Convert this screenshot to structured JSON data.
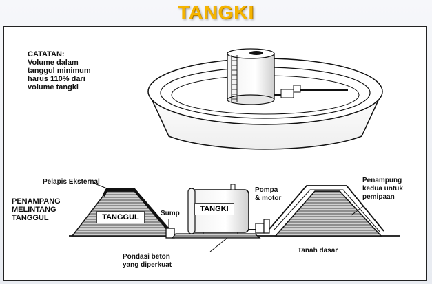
{
  "title": "TANGKI",
  "note": {
    "text": "CATATAN:\nVolume dalam\ntanggul minimum\nharus 110% dari\nvolume tangki"
  },
  "labels": {
    "external_coating": "Pelapis Eksternal",
    "cross_section": "PENAMPANG\nMELINTANG\nTANGGUL",
    "dike": "TANGGUL",
    "sump": "Sump",
    "tank": "TANGKI",
    "pump_motor": "Pompa\n& motor",
    "secondary_containment": "Penampung\nkedua untuk\npemipaan",
    "foundation": "Pondasi beton\nyang diperkuat",
    "ground": "Tanah dasar"
  },
  "colors": {
    "title": "#f5b400",
    "outline": "#111111",
    "hatch": "#555555"
  }
}
